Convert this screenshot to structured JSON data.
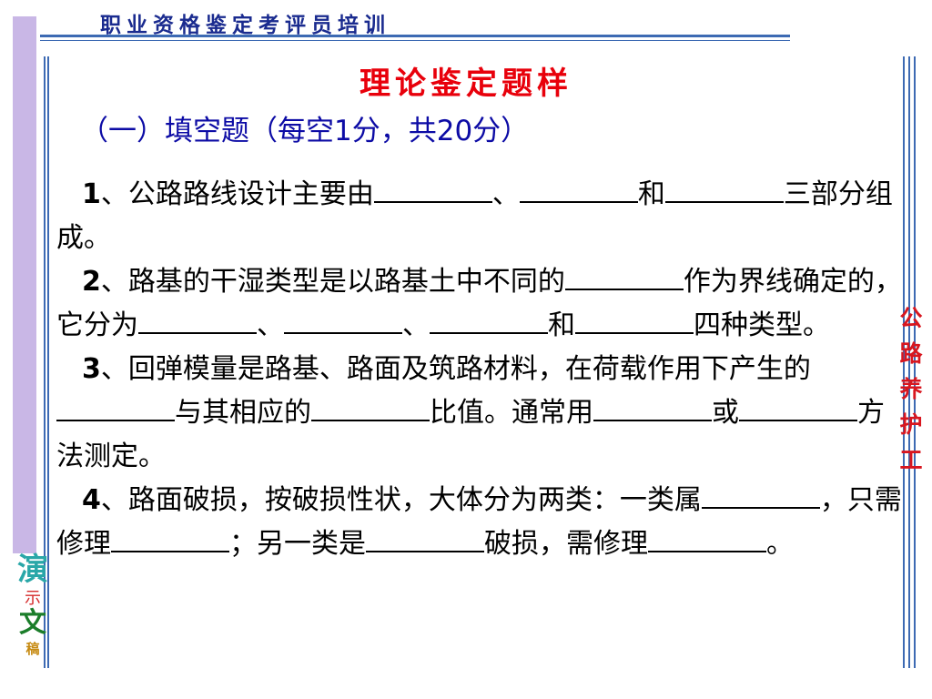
{
  "header": {
    "banner": "职业资格鉴定考评员培训"
  },
  "title": "理论鉴定题样",
  "section": "（一）填空题（每空1分，共20分）",
  "questions": [
    {
      "num": "1",
      "parts": [
        "、公路路线设计主要由",
        "、",
        "和",
        "三部分组成。"
      ]
    },
    {
      "num": "2",
      "parts": [
        "、路基的干湿类型是以路基土中不同的",
        "作为界线确定的，它分为",
        "、",
        "、",
        "和",
        "四种类型。"
      ]
    },
    {
      "num": "3",
      "parts": [
        "、回弹模量是路基、路面及筑路材料，在荷载作用下产生的",
        "与其相应的",
        "比值。通常用",
        "或",
        "方法测定。"
      ]
    },
    {
      "num": "4",
      "parts": [
        "、路面破损，按破损性状，大体分为两类：一类属",
        "，只需修理",
        "；另一类是",
        "破损，需修理",
        "。"
      ]
    }
  ],
  "side_right": "公路养护工",
  "side_left": {
    "line1": "演",
    "line2": "示",
    "line3": "文",
    "line4": "稿"
  },
  "colors": {
    "title": "#e8000b",
    "section": "#0c0ba5",
    "frame": "#3d6ab3",
    "left_bar": "#c9b7e6"
  }
}
